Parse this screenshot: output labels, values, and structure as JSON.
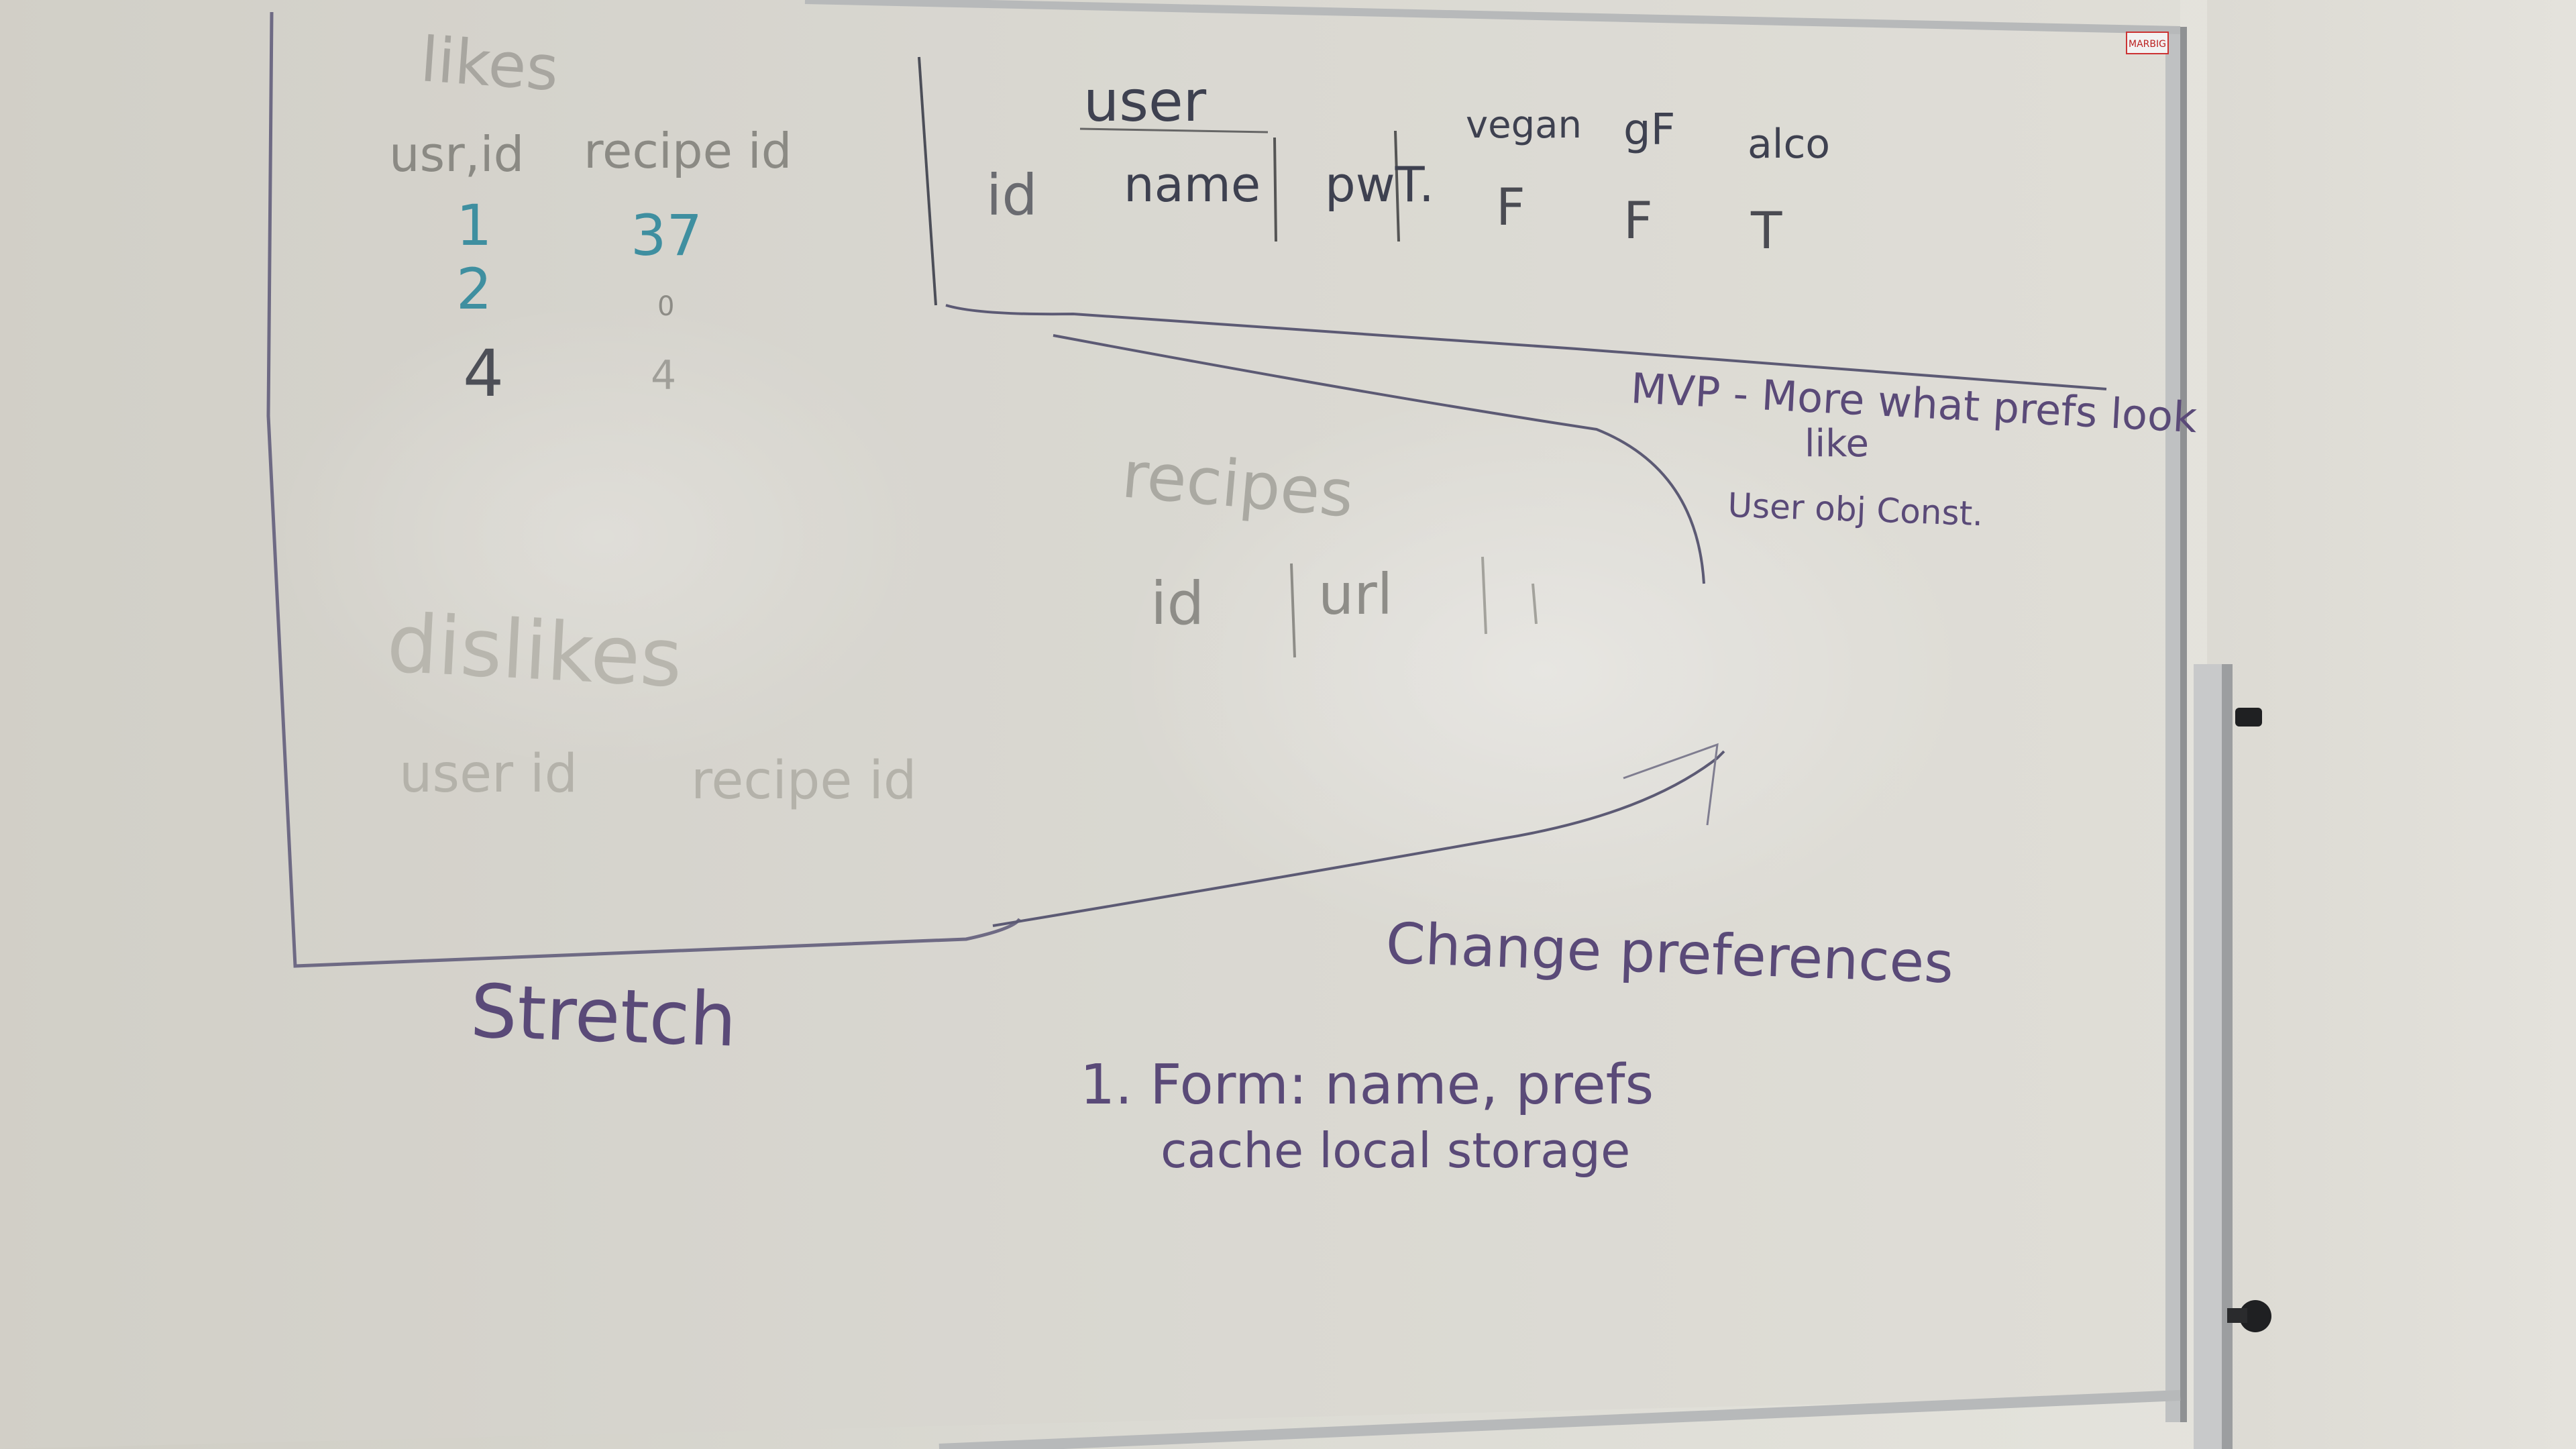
{
  "whiteboard": {
    "brand_sticker": "MARBIG",
    "likes": {
      "title": "likes",
      "col1": "usr,id",
      "col2": "recipe id",
      "rows": [
        {
          "user": "1",
          "recipe": "37"
        },
        {
          "user": "2",
          "recipe": "0"
        },
        {
          "user": "4",
          "recipe": "4"
        }
      ]
    },
    "dislikes": {
      "title": "dislikes",
      "col1": "user id",
      "col2": "recipe id"
    },
    "user_table": {
      "title": "user",
      "columns": [
        "id",
        "name",
        "pwT."
      ],
      "prefs": [
        {
          "label": "vegan",
          "value": "F"
        },
        {
          "label": "gF",
          "value": "F"
        },
        {
          "label": "alco",
          "value": "T"
        }
      ]
    },
    "recipes": {
      "title": "recipes",
      "columns": [
        "id",
        "url"
      ]
    },
    "mvp_note": {
      "line1": "MVP - More what prefs look",
      "line2": "like",
      "line3": "User obj Const."
    },
    "stretch_label": "Stretch",
    "change_prefs": "Change preferences",
    "todo": {
      "line1": "1. Form: name, prefs",
      "line2": "cache local storage"
    }
  },
  "colors": {
    "marker_dark": "#3a3f4a",
    "marker_purple": "#5a4a78",
    "marker_teal": "#3f8fa0",
    "marker_faint": "#8e8d88",
    "board_frame": "#b9bbbd"
  }
}
